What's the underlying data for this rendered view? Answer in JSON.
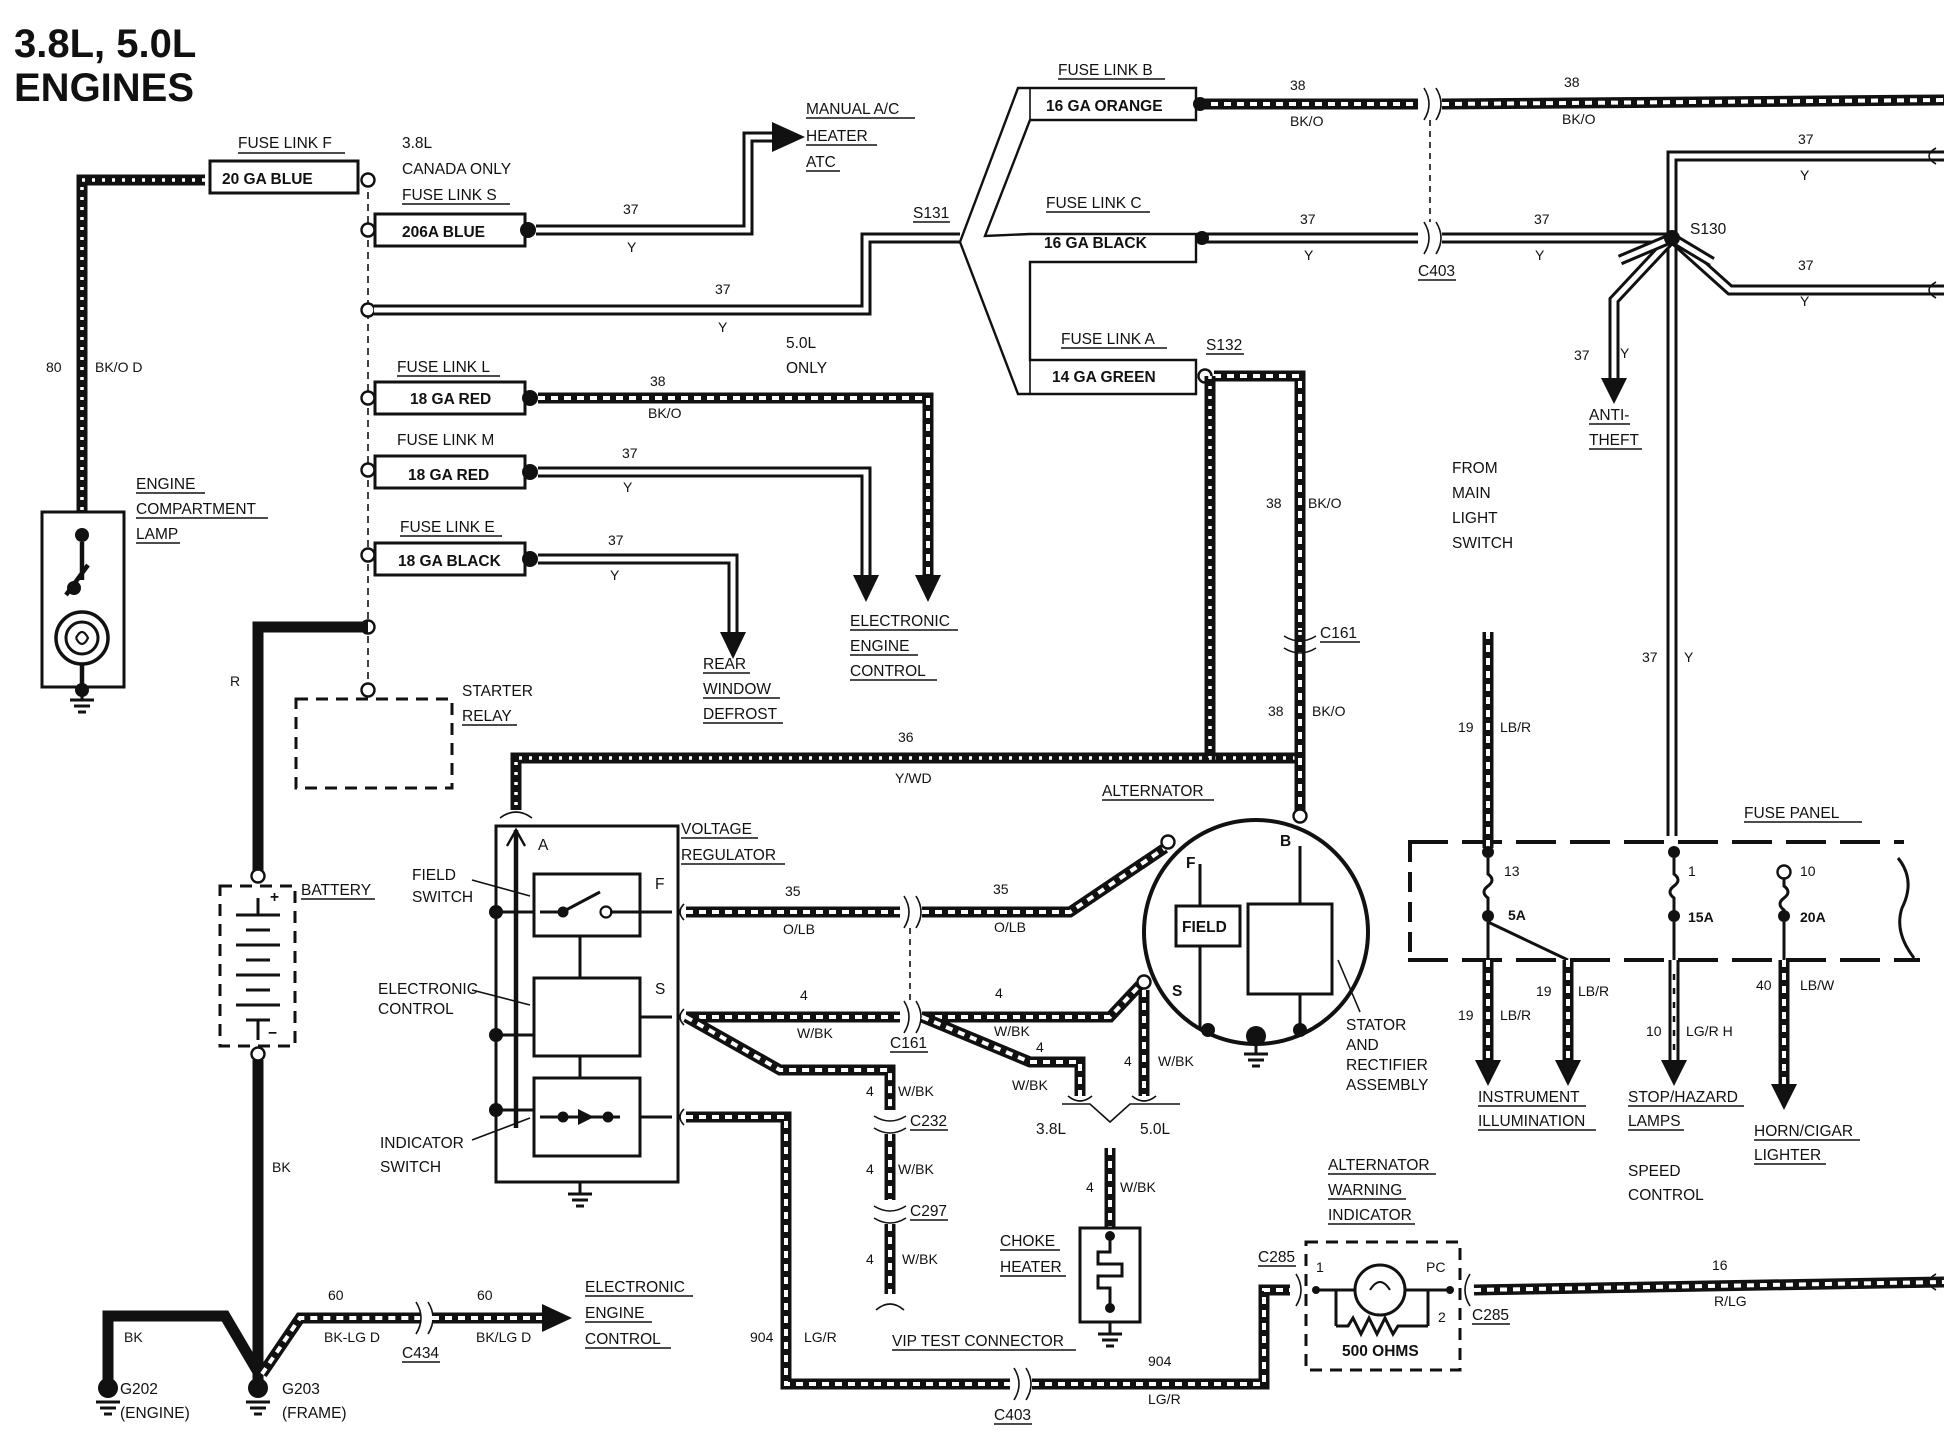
{
  "title": [
    "3.8L, 5.0L",
    "ENGINES"
  ],
  "fuse_links": {
    "f": {
      "name": "FUSE LINK F",
      "rating": "20 GA BLUE"
    },
    "s": {
      "name": "FUSE LINK S",
      "rating": "206A BLUE",
      "note": [
        "3.8L",
        "CANADA ONLY"
      ]
    },
    "l": {
      "name": "FUSE LINK L",
      "rating": "18 GA RED"
    },
    "m": {
      "name": "FUSE LINK M",
      "rating": "18 GA RED"
    },
    "e": {
      "name": "FUSE LINK E",
      "rating": "18 GA BLACK"
    },
    "b": {
      "name": "FUSE LINK B",
      "rating": "16 GA ORANGE"
    },
    "c": {
      "name": "FUSE LINK C",
      "rating": "16 GA BLACK"
    },
    "a": {
      "name": "FUSE LINK A",
      "rating": "14 GA GREEN"
    }
  },
  "five_only": [
    "5.0L",
    "ONLY"
  ],
  "splices": [
    "S131",
    "S132",
    "S130"
  ],
  "connectors": [
    "C403",
    "C161",
    "C232",
    "C297",
    "C434",
    "C285",
    "C285",
    "C403",
    "C161"
  ],
  "components": {
    "manual_ac": [
      "MANUAL A/C",
      "HEATER",
      "ATC"
    ],
    "engine_lamp": [
      "ENGINE",
      "COMPARTMENT",
      "LAMP"
    ],
    "starter_relay": [
      "STARTER",
      "RELAY"
    ],
    "battery": "BATTERY",
    "eec_top": [
      "ELECTRONIC",
      "ENGINE",
      "CONTROL"
    ],
    "eec_bottom": [
      "ELECTRONIC",
      "ENGINE",
      "CONTROL"
    ],
    "rear_defrost": [
      "REAR",
      "WINDOW",
      "DEFROST"
    ],
    "anti_theft": [
      "ANTI-",
      "THEFT"
    ],
    "main_light": [
      "FROM",
      "MAIN",
      "LIGHT",
      "SWITCH"
    ],
    "voltage_regulator": [
      "VOLTAGE",
      "REGULATOR"
    ],
    "field_switch": [
      "FIELD",
      "SWITCH"
    ],
    "electronic_control": [
      "ELECTRONIC",
      "CONTROL"
    ],
    "indicator_switch": [
      "INDICATOR",
      "SWITCH"
    ],
    "alternator": "ALTERNATOR",
    "field": "FIELD",
    "stator": [
      "STATOR",
      "AND",
      "RECTIFIER",
      "ASSEMBLY"
    ],
    "choke": [
      "CHOKE",
      "HEATER"
    ],
    "vip": "VIP TEST CONNECTOR",
    "alt_warning": [
      "ALTERNATOR",
      "WARNING",
      "INDICATOR"
    ],
    "ohms": "500 OHMS",
    "fuse_panel": "FUSE PANEL",
    "instrument": [
      "INSTRUMENT",
      "ILLUMINATION"
    ],
    "stop_hazard": [
      "STOP/HAZARD",
      "LAMPS"
    ],
    "speed_control": [
      "SPEED",
      "CONTROL"
    ],
    "horn": [
      "HORN/CIGAR",
      "LIGHTER"
    ],
    "g202": [
      "G202",
      "(ENGINE)"
    ],
    "g203": [
      "G203",
      "(FRAME)"
    ],
    "v38": "3.8L",
    "v50": "5.0L"
  },
  "terminals": {
    "reg_a": "A",
    "reg_f": "F",
    "reg_s": "S",
    "alt_f": "F",
    "alt_b": "B",
    "alt_s": "S",
    "fp_13": "13",
    "fp_5a": "5A",
    "fp_1": "1",
    "fp_15a": "15A",
    "fp_10": "10",
    "fp_20a": "20A",
    "ind_1": "1",
    "ind_pc": "PC",
    "ind_2": "2",
    "bat_plus": "+",
    "bat_minus": "−"
  },
  "wires": {
    "w80": {
      "num": "80",
      "color": "BK/O D"
    },
    "w37": "37",
    "w38": "38",
    "w36": "36",
    "w35": "35",
    "w4": "4",
    "w19": "19",
    "w10": "10",
    "w40": "40",
    "w60": "60",
    "w904": "904",
    "w16": "16",
    "y": "Y",
    "bko": "BK/O",
    "ywd": "Y/WD",
    "olb": "O/LB",
    "wbk": "W/BK",
    "lbr": "LB/R",
    "lgr_h": "LG/R H",
    "lbw": "LB/W",
    "lgr": "LG/R",
    "rlg": "R/LG",
    "bklgd_a": "BK-LG D",
    "bklgd_b": "BK/LG D",
    "r": "R",
    "bk": "BK"
  },
  "colors": {
    "ink": "#111111",
    "paper": "#ffffff"
  }
}
